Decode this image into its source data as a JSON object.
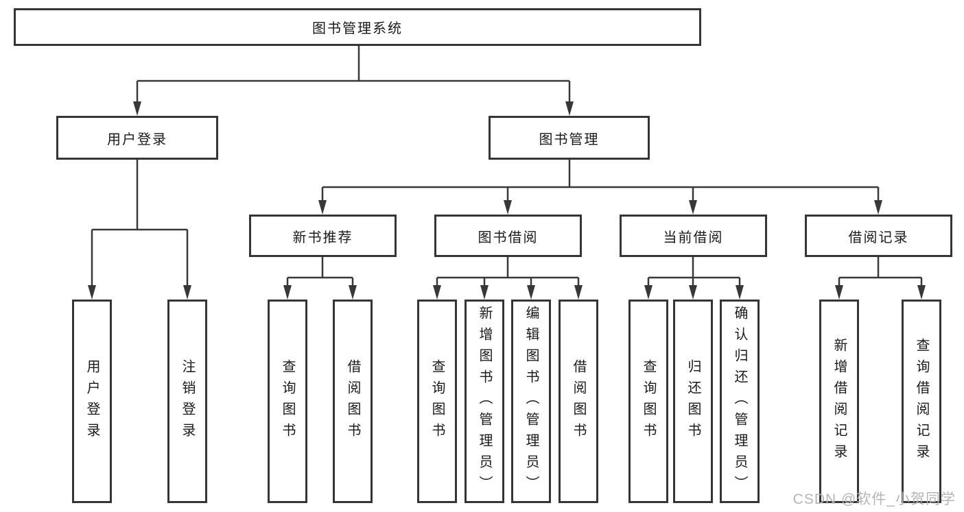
{
  "nodes": {
    "root": "图书管理系统",
    "user_login": "用户登录",
    "book_management": "图书管理",
    "new_book_recommend": "新书推荐",
    "book_borrow": "图书借阅",
    "current_borrow": "当前借阅",
    "borrow_record": "借阅记录",
    "leaf_user_login": "用户登录",
    "leaf_logout": "注销登录",
    "leaf_recommend_query": "查询图书",
    "leaf_recommend_borrow": "借阅图书",
    "leaf_borrow_query": "查询图书",
    "leaf_borrow_add": "新增图书（管理员）",
    "leaf_borrow_edit": "编辑图书（管理员）",
    "leaf_borrow_borrow": "借阅图书",
    "leaf_current_query": "查询图书",
    "leaf_current_return": "归还图书",
    "leaf_current_confirm": "确认归还（管理员）",
    "leaf_record_add": "新增借阅记录",
    "leaf_record_query": "查询借阅记录"
  },
  "watermark": "CSDN @软件_小贺同学",
  "colors": {
    "line": "#383838",
    "box_border": "#353535",
    "text": "#1a1a1a",
    "background": "#ffffff",
    "watermark": "#b5b5b5"
  }
}
